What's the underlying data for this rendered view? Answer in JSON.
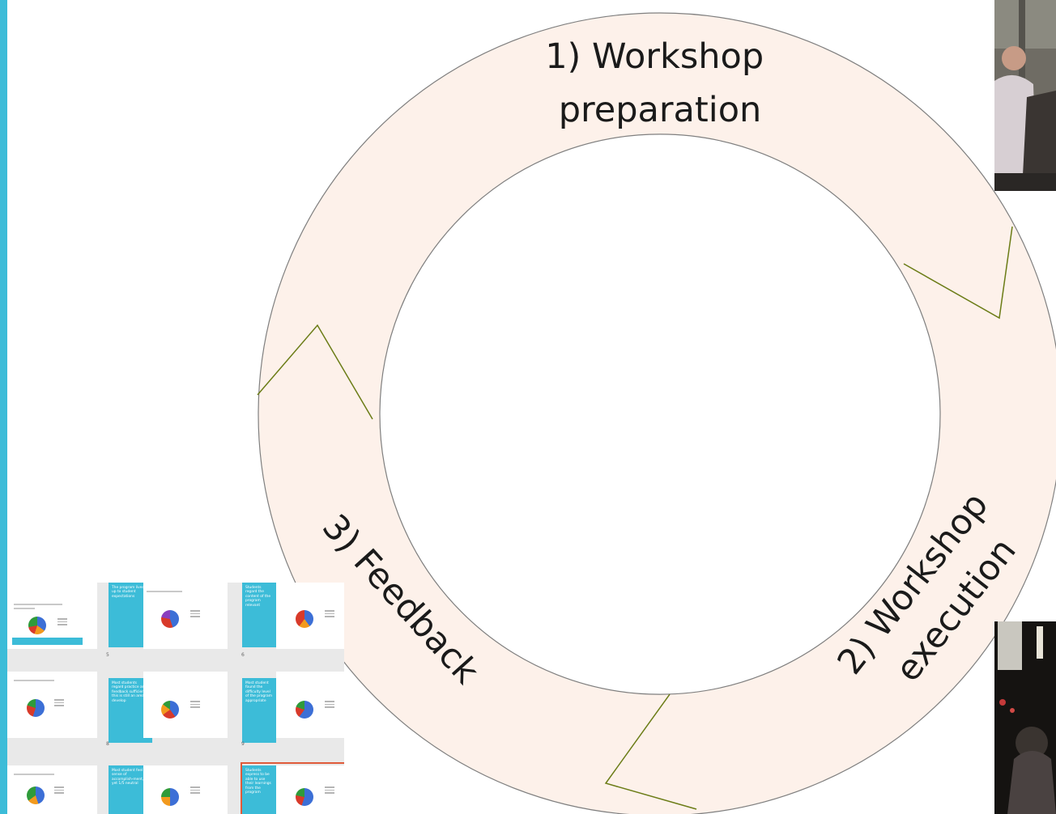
{
  "stages": [
    {
      "line1": "1) Workshop",
      "line2": "preparation"
    },
    {
      "line1": "2) Workshop",
      "line2": "execution"
    },
    {
      "line1": "3) Feedback",
      "line2": ""
    }
  ],
  "report": {
    "pages": [
      "5",
      "6",
      "8",
      "9"
    ],
    "slides": [
      "The program lived up to student expectations",
      "Students regard the content of the program relevant",
      "Most students regard practice and feedback sufficient, this is still an area to develop",
      "Most student found the difficulty level of the program appropriate",
      "Most student feel a sense of accomplish-ment, yet 1/5 neutral",
      "Students express to be able to use their learnings from the program"
    ]
  },
  "colors": {
    "accent": "#3cbcd8",
    "ring_fill": "#fdf1ea",
    "ring_stroke": "#7f7f7f",
    "arrow": "#6b7c16"
  }
}
